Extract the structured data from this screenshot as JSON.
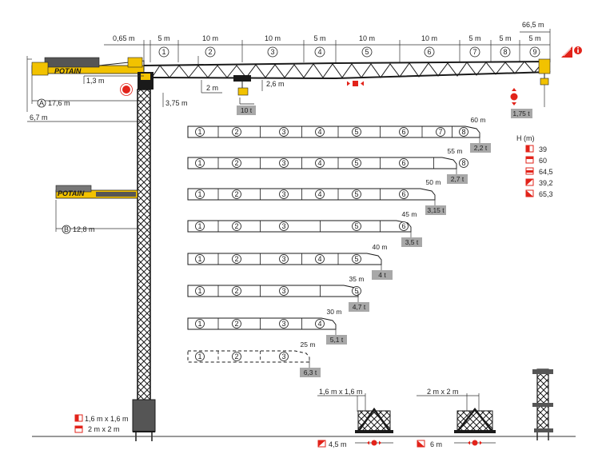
{
  "colors": {
    "accent_red": "#e2231a",
    "crane_yellow": "#f2c200",
    "load_box": "#a8a8a8",
    "steel": "#222222"
  },
  "top_dims": {
    "total": "66,5 m",
    "segments": [
      "0,65 m",
      "5 m",
      "10 m",
      "10 m",
      "5 m",
      "10 m",
      "10 m",
      "5 m",
      "5 m",
      "5 m"
    ],
    "section_numbers": [
      "1",
      "2",
      "3",
      "4",
      "5",
      "6",
      "7",
      "8",
      "9"
    ]
  },
  "jib": {
    "brand": "POTAIN",
    "left_offset": "1,3 m",
    "hook_gap": "2 m",
    "trolley_height": "2,6 m",
    "max_load": "10 t",
    "tip_load": "1,75 t",
    "mast_offset": "3,75 m"
  },
  "counter_jib": {
    "radius_a_marker": "A",
    "radius_a": "17,6 m",
    "height_offset": "6,7 m",
    "radius_b_marker": "B",
    "radius_b": "12,8 m",
    "brand_low": "POTAIN"
  },
  "configs": [
    {
      "length": "60 m",
      "load": "2,2 t",
      "sections": [
        "1",
        "2",
        "3",
        "4",
        "5",
        "6",
        "7",
        "8"
      ]
    },
    {
      "length": "55 m",
      "load": "2,7 t",
      "sections": [
        "1",
        "2",
        "3",
        "4",
        "5",
        "6",
        "8"
      ]
    },
    {
      "length": "50 m",
      "load": "3,15 t",
      "sections": [
        "1",
        "2",
        "3",
        "4",
        "5",
        "6"
      ]
    },
    {
      "length": "45 m",
      "load": "3,5 t",
      "sections": [
        "1",
        "2",
        "3",
        "5",
        "6"
      ]
    },
    {
      "length": "40 m",
      "load": "4 t",
      "sections": [
        "1",
        "2",
        "3",
        "4",
        "5"
      ]
    },
    {
      "length": "35 m",
      "load": "4,7 t",
      "sections": [
        "1",
        "2",
        "3",
        "5"
      ]
    },
    {
      "length": "30 m",
      "load": "5,1 t",
      "sections": [
        "1",
        "2",
        "3",
        "4"
      ]
    },
    {
      "length": "25 m",
      "load": "6,3 t",
      "sections": [
        "1",
        "2",
        "3"
      ]
    }
  ],
  "heights": {
    "title": "H (m)",
    "values": [
      "39",
      "60",
      "64,5",
      "39,2",
      "65,3"
    ]
  },
  "base": {
    "mast_section_a": "1,6 m x 1,6 m",
    "mast_section_b": "2 m x 2 m",
    "chassis_a_size": "1,6 m x 1,6 m",
    "chassis_a_width": "4,5 m",
    "chassis_b_size": "2 m x 2 m",
    "chassis_b_width": "6 m"
  }
}
